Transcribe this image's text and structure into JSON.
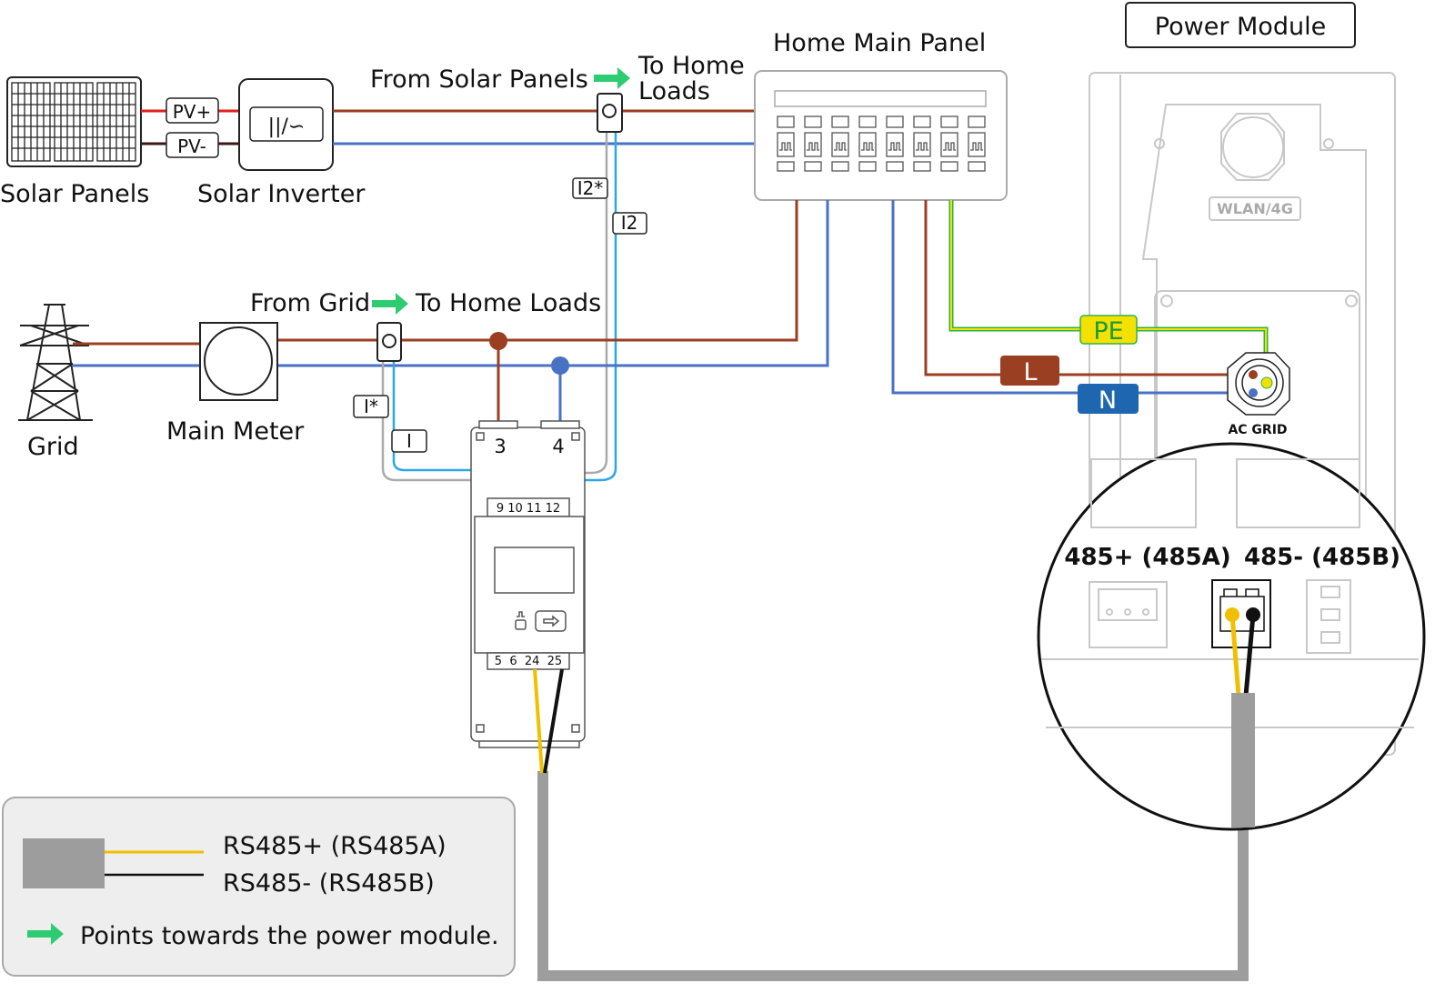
{
  "labels": {
    "solar_panels": "Solar Panels",
    "solar_inverter": "Solar Inverter",
    "inverter_symbol": "||/∽",
    "pv_plus": "PV+",
    "pv_minus": "PV-",
    "from_solar": "From Solar Panels",
    "to_home_1": "To Home",
    "to_home_2": "Loads",
    "home_main_panel": "Home Main Panel",
    "power_module": "Power Module",
    "wlan": "WLAN/4G",
    "ac_grid": "AC GRID",
    "grid": "Grid",
    "main_meter": "Main Meter",
    "from_grid": "From Grid",
    "to_home_loads": "To Home Loads",
    "ct_i2_star": "I2*",
    "ct_i2": "I2",
    "ct_i_star": "I*",
    "ct_i": "I",
    "meter_3": "3",
    "meter_4": "4",
    "meter_top_terminals": "9 10 11 12",
    "meter_bottom_terminals": "5  6  24  25",
    "pe": "PE",
    "l": "L",
    "n": "N",
    "port_485a": "485+ (485A)",
    "port_485b": "485- (485B)"
  },
  "legend": {
    "rs485_plus": "RS485+ (RS485A)",
    "rs485_minus": "RS485- (RS485B)",
    "arrow_note": "Points towards the power module."
  },
  "colors": {
    "live": "#9b3f22",
    "neutral": "#4a72c4",
    "ct_wire": "#2aa7e6",
    "pe": "#f5e100",
    "rs485_plus": "#f0c000",
    "rs485_minus": "#111111",
    "arrow": "#2ecc71",
    "cable": "#9d9d9d"
  }
}
